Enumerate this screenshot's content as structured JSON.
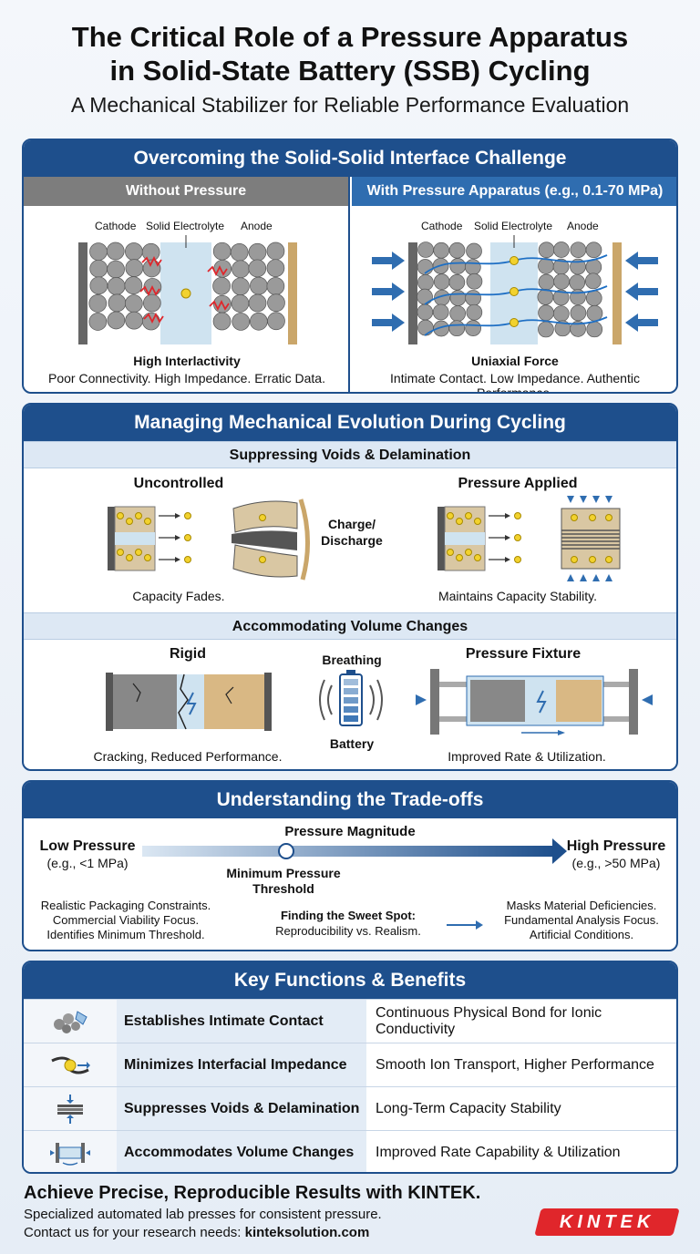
{
  "header": {
    "title_line1": "The Critical Role of a Pressure Apparatus",
    "title_line2": "in Solid-State Battery (SSB) Cycling",
    "subtitle": "A Mechanical Stabilizer for Reliable Performance Evaluation"
  },
  "interface": {
    "heading": "Overcoming the Solid-Solid Interface Challenge",
    "without": {
      "heading": "Without Pressure",
      "labels": [
        "Cathode",
        "Solid Electrolyte",
        "Anode"
      ],
      "caption_title": "High Interlactivity",
      "caption_text": "Poor Connectivity. High Impedance. Erratic Data."
    },
    "with": {
      "heading": "With Pressure Apparatus (e.g., 0.1-70 MPa)",
      "labels": [
        "Cathode",
        "Solid Electrolyte",
        "Anode"
      ],
      "caption_title": "Uniaxial Force",
      "caption_text": "Intimate Contact. Low Impedance. Authentic Performance."
    }
  },
  "evolution": {
    "heading": "Managing Mechanical Evolution During Cycling",
    "voids": {
      "heading": "Suppressing Voids & Delamination",
      "left_title": "Uncontrolled",
      "middle_label": "Charge/\nDischarge",
      "right_title": "Pressure Applied",
      "left_caption": "Capacity Fades.",
      "right_caption": "Maintains Capacity Stability."
    },
    "volume": {
      "heading": "Accommodating Volume Changes",
      "left_title": "Rigid",
      "middle_top": "Breathing",
      "middle_bottom": "Battery",
      "right_title": "Pressure Fixture",
      "left_caption": "Cracking, Reduced Performance.",
      "right_caption": "Improved Rate & Utilization."
    }
  },
  "tradeoffs": {
    "heading": "Understanding the Trade-offs",
    "axis_label": "Pressure Magnitude",
    "low_title": "Low Pressure",
    "low_sub": "(e.g., <1 MPa)",
    "high_title": "High Pressure",
    "high_sub": "(e.g., >50 MPa)",
    "threshold": "Minimum Pressure\nThreshold",
    "low_points": [
      "Realistic Packaging Constraints.",
      "Commercial Viability Focus.",
      "Identifies Minimum Threshold."
    ],
    "sweet_title": "Finding the Sweet Spot:",
    "sweet_text": "Reproducibility vs. Realism.",
    "high_points": [
      "Masks Material Deficiencies.",
      "Fundamental Analysis Focus.",
      "Artificial Conditions."
    ]
  },
  "benefits": {
    "heading": "Key Functions & Benefits",
    "rows": [
      {
        "icon": "particles-hand-icon",
        "function": "Establishes Intimate Contact",
        "benefit": "Continuous Physical Bond for Ionic Conductivity"
      },
      {
        "icon": "ion-transport-icon",
        "function": "Minimizes Interfacial Impedance",
        "benefit": "Smooth Ion Transport, Higher Performance"
      },
      {
        "icon": "compressed-layers-icon",
        "function": "Suppresses Voids & Delamination",
        "benefit": "Long-Term Capacity Stability"
      },
      {
        "icon": "fixture-icon",
        "function": "Accommodates Volume Changes",
        "benefit": "Improved Rate Capability & Utilization"
      }
    ]
  },
  "footer": {
    "headline": "Achieve Precise, Reproducible Results with KINTEK.",
    "line1": "Specialized automated lab presses for consistent pressure.",
    "line2_prefix": "Contact us for your research needs: ",
    "line2_link": "kinteksolution.com",
    "logo": "KINTEK"
  },
  "colors": {
    "primary": "#1e4f8c",
    "light": "#dde8f4",
    "accent": "#e0262b",
    "particle": "#8c8c8c",
    "electrolyte": "#cfe3f0",
    "ion": "#f2d22e"
  }
}
